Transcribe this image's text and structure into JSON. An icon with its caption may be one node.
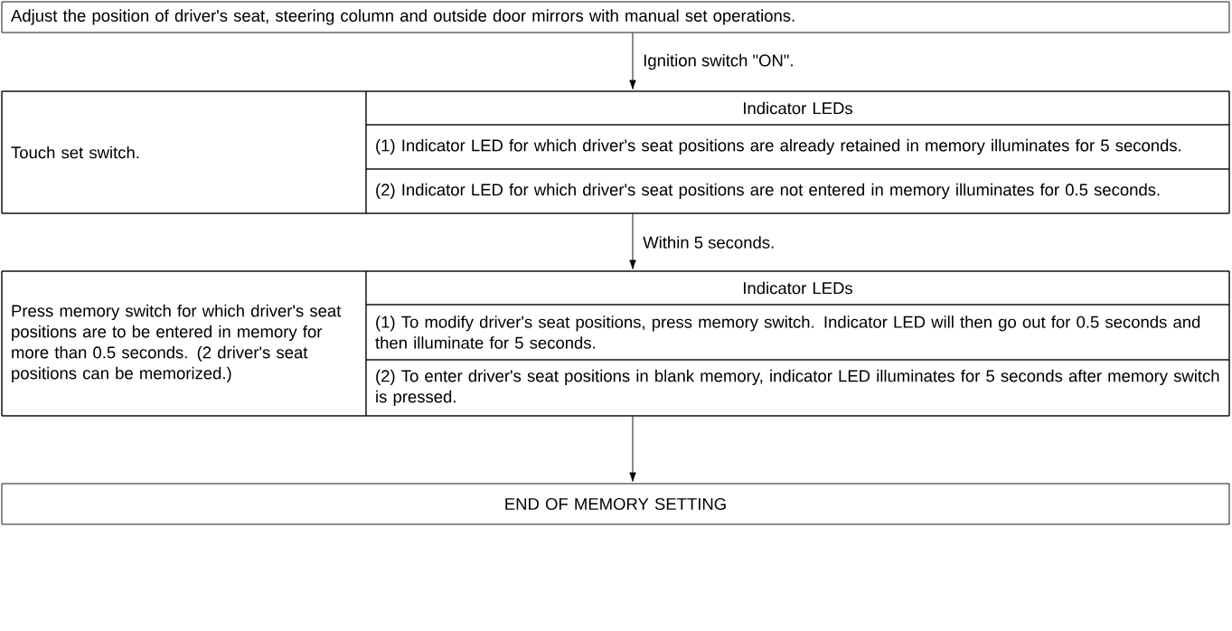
{
  "diagram": {
    "nodes": [
      {
        "text": [
          "Adjust the position of driver's seat, steering column and outside door mirrors with manual set operations."
        ]
      },
      {
        "text": [],
        "shape": "box"
      },
      {
        "text": [
          "Touch set switch."
        ],
        "in": 1
      },
      {
        "text": [
          "Indicator LEDs"
        ],
        "in": 1
      },
      {
        "text": [
          "(1) Indicator LED for which driver's seat positions are already retained in memory illuminates for 5 seconds."
        ],
        "in": 1
      },
      {
        "text": [
          "(2) Indicator LED for which driver's seat positions are not entered in memory illuminates for 0.5 seconds."
        ],
        "in": 1
      },
      {
        "text": [],
        "shape": "box"
      },
      {
        "text": [
          "Press memory switch for which driver's seat positions are to be entered in memory for more than 0.5 seconds. (2 driver's seat positions can be memorized.)"
        ],
        "in": 6
      },
      {
        "text": [
          "Indicator LEDs"
        ],
        "in": 6
      },
      {
        "text": [
          "(1) To modify driver's seat positions, press memory switch. Indicator LED will then go out for 0.5 seconds and then illuminate for 5 seconds."
        ],
        "in": 6
      },
      {
        "text": [
          "(2) To enter driver's seat positions in blank memory, indicator LED illuminates for 5 seconds after memory switch is pressed."
        ],
        "in": 6
      },
      {
        "text": [
          "END OF MEMORY SETTING"
        ]
      }
    ],
    "edges": [
      {
        "from": 0,
        "to": 1,
        "arrow": "to",
        "label": "Ignition switch \"ON\"."
      },
      {
        "from": 1,
        "to": 6,
        "arrow": "to",
        "label": "Within 5 seconds."
      },
      {
        "from": 6,
        "to": 11,
        "arrow": "to"
      }
    ]
  }
}
